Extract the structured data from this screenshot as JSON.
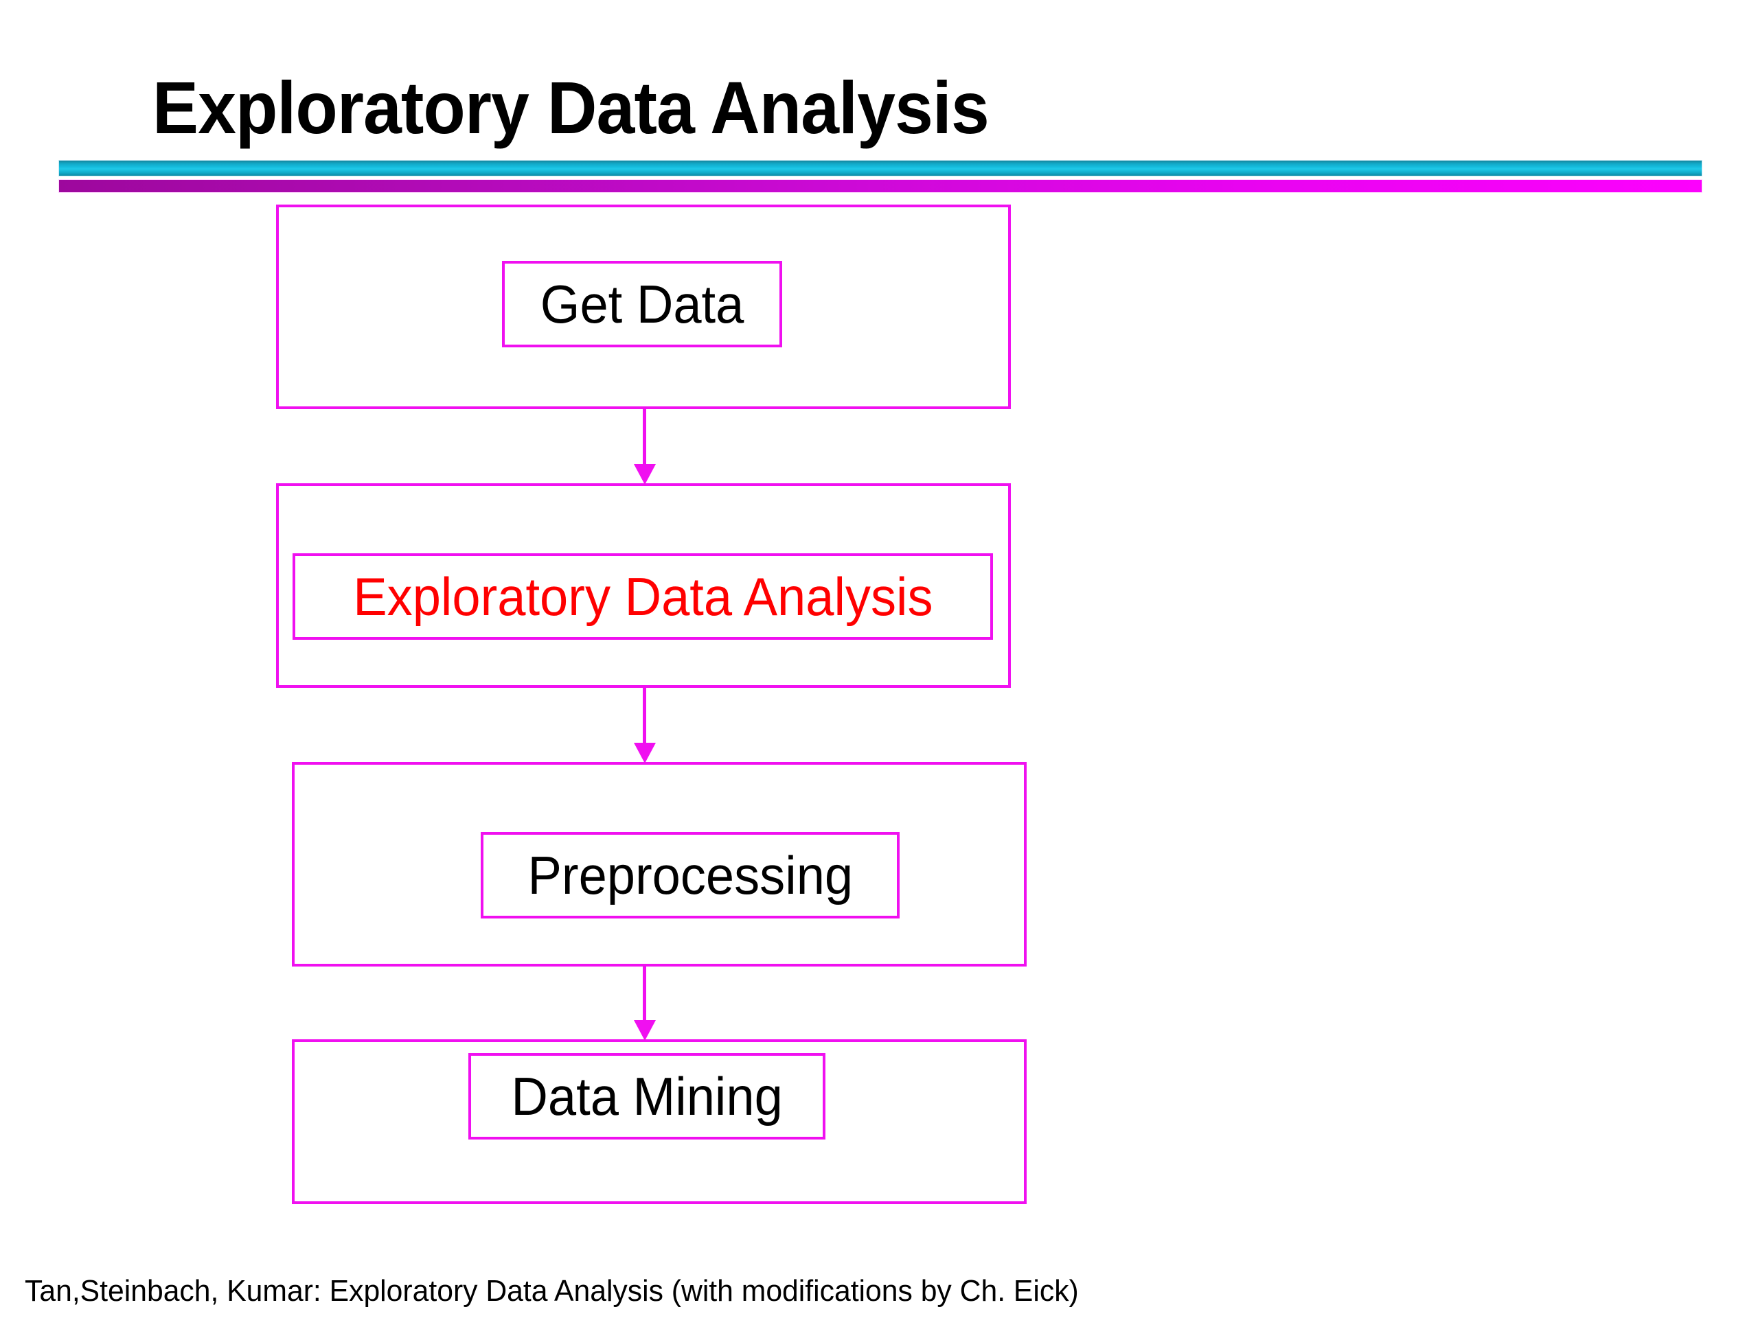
{
  "slide": {
    "title": "Exploratory Data Analysis",
    "footer_credit": "Tan,Steinbach, Kumar: Exploratory Data Analysis (with modifications by Ch. Eick)"
  },
  "theme": {
    "title_color": "#000000",
    "rule_cyan": "#14b9da",
    "rule_magenta": "#f000f0",
    "box_border": "#f010f0",
    "highlight_text": "#ff0000",
    "background": "#ffffff"
  },
  "chart_data": {
    "type": "diagram",
    "diagram_kind": "flowchart",
    "orientation": "vertical",
    "title": "Exploratory Data Analysis",
    "nodes": [
      {
        "id": "get-data",
        "label": "Get Data",
        "highlighted": false
      },
      {
        "id": "eda",
        "label": "Exploratory Data Analysis",
        "highlighted": true
      },
      {
        "id": "preprocessing",
        "label": "Preprocessing",
        "highlighted": false
      },
      {
        "id": "data-mining",
        "label": "Data Mining",
        "highlighted": false
      }
    ],
    "edges": [
      {
        "from": "get-data",
        "to": "eda",
        "style": "arrow-down"
      },
      {
        "from": "eda",
        "to": "preprocessing",
        "style": "arrow-down"
      },
      {
        "from": "preprocessing",
        "to": "data-mining",
        "style": "arrow-down"
      }
    ]
  }
}
